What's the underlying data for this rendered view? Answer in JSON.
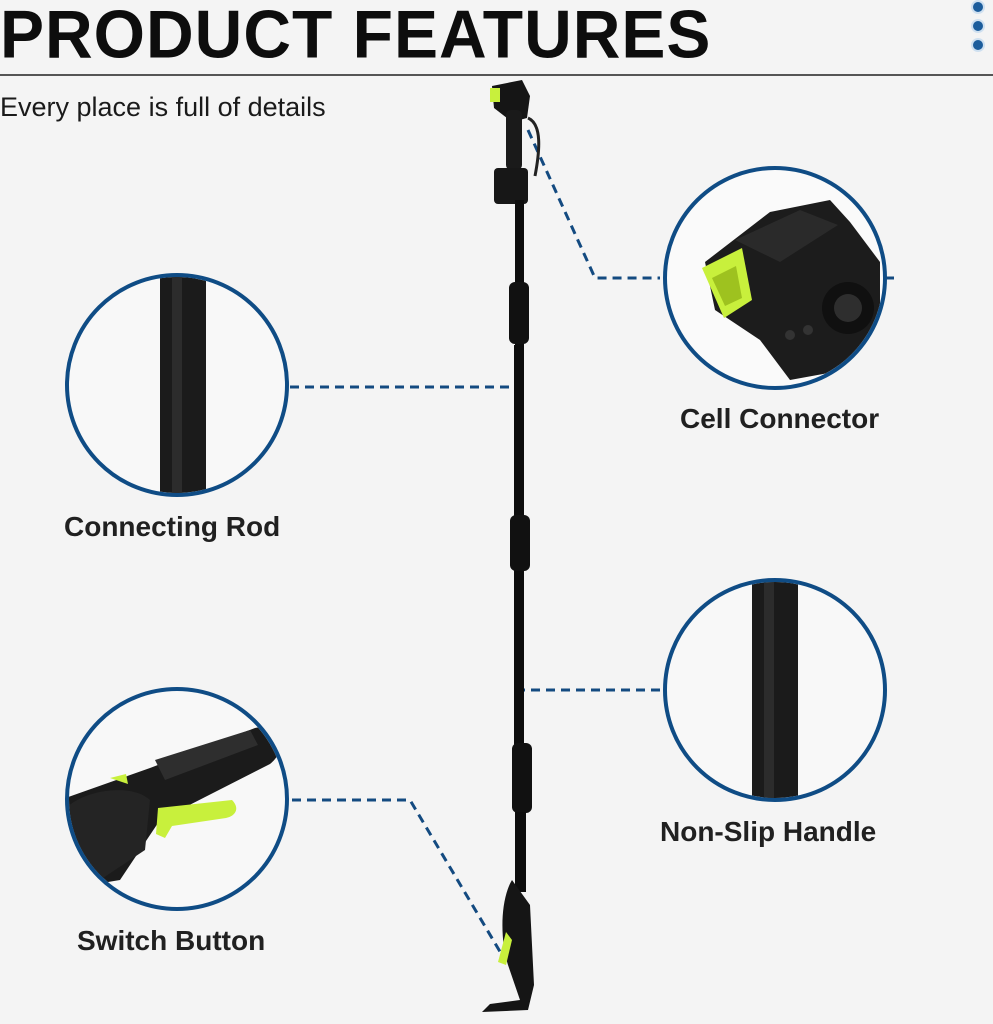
{
  "header": {
    "title": "PRODUCT FEATURES",
    "subtitle": "Every place is full of details"
  },
  "features": {
    "cell_connector": "Cell Connector",
    "connecting_rod": "Connecting Rod",
    "non_slip_handle": "Non-Slip Handle",
    "switch_button": "Switch Button"
  },
  "colors": {
    "accent_blue": "#0f4c85",
    "lime": "#c8f03c",
    "tool_black": "#151515"
  },
  "icons": [
    "menu-dots-icon"
  ]
}
